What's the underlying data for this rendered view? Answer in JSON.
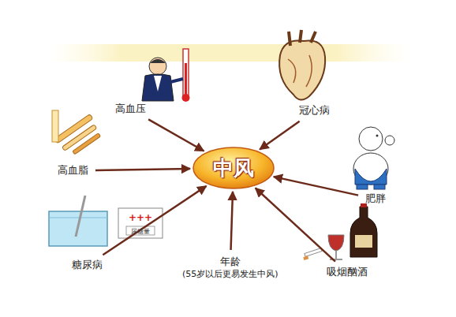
{
  "diagram": {
    "nodes": [
      {
        "text": [
          "高血压"
        ]
      },
      {
        "text": [
          "冠心病"
        ]
      },
      {
        "text": [
          "高血脂"
        ]
      },
      {
        "text": [
          "中风"
        ]
      },
      {
        "text": [
          "肥胖"
        ]
      },
      {
        "text": [
          "糖尿病"
        ]
      },
      {
        "text": [
          "年龄",
          "(55岁以后更易发生中风)"
        ]
      },
      {
        "text": [
          "吸烟酗酒"
        ]
      }
    ],
    "edges": [
      {
        "from": 0,
        "to": 3,
        "arrow": "to"
      },
      {
        "from": 1,
        "to": 3,
        "arrow": "to"
      },
      {
        "from": 2,
        "to": 3,
        "arrow": "to"
      },
      {
        "from": 4,
        "to": 3,
        "arrow": "to"
      },
      {
        "from": 5,
        "to": 3,
        "arrow": "to"
      },
      {
        "from": 6,
        "to": 3,
        "arrow": "to"
      },
      {
        "from": 7,
        "to": 3,
        "arrow": "to"
      }
    ],
    "labels": [
      "+++",
      "尿糖量"
    ]
  }
}
